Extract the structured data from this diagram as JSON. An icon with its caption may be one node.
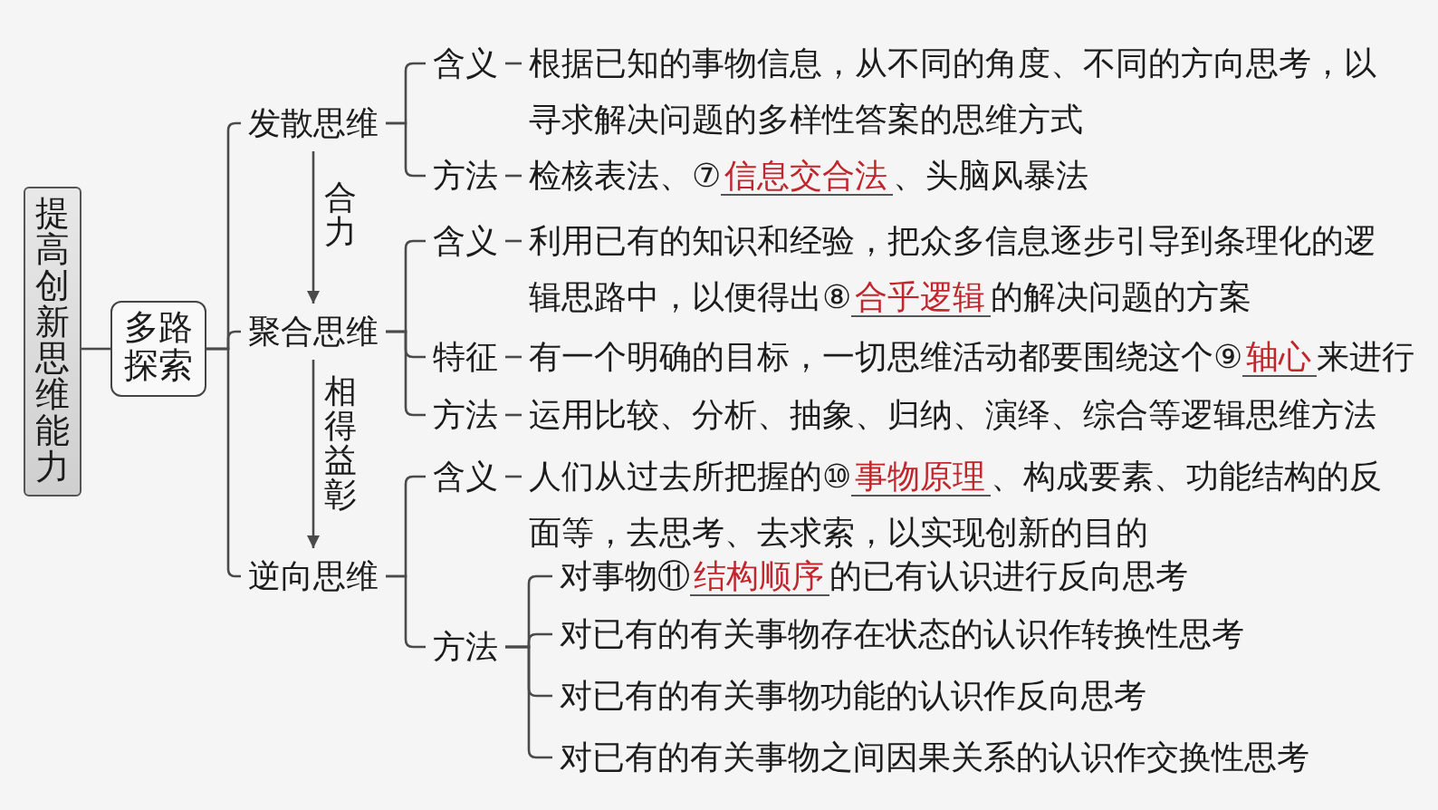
{
  "diagram": {
    "nodes": [
      {
        "text": [
          "提高创新思维能力"
        ]
      },
      {
        "text": [
          "多路探索"
        ]
      },
      {
        "text": [
          "发散思维"
        ]
      },
      {
        "text": [
          "含义"
        ]
      },
      {
        "text": [
          "根据已知的事物信息，从不同的角度、不同的方向思考，以寻求解决问题的多样性答案的思维方式"
        ]
      },
      {
        "text": [
          "方法"
        ]
      },
      {
        "text": [
          "检核表法、⑦**信息交合法**、头脑风暴法"
        ]
      },
      {
        "text": [
          "聚合思维"
        ]
      },
      {
        "text": [
          "含义"
        ]
      },
      {
        "text": [
          "利用已有的知识和经验，把众多信息逐步引导到条理化的逻辑思路中，以便得出⑧**合乎逻辑**的解决问题的方案"
        ]
      },
      {
        "text": [
          "特征"
        ]
      },
      {
        "text": [
          "有一个明确的目标，一切思维活动都要围绕这个⑨**轴心**来进行"
        ]
      },
      {
        "text": [
          "方法"
        ]
      },
      {
        "text": [
          "运用比较、分析、抽象、归纳、演绎、综合等逻辑思维方法"
        ]
      },
      {
        "text": [
          "逆向思维"
        ]
      },
      {
        "text": [
          "含义"
        ]
      },
      {
        "text": [
          "人们从过去所把握的⑩**事物原理**、构成要素、功能结构的反面等，去思考、去求索，以实现创新的目的"
        ]
      },
      {
        "text": [
          "方法"
        ]
      },
      {
        "text": [
          "对事物⑪**结构顺序**的已有认识进行反向思考"
        ]
      },
      {
        "text": [
          "对已有的有关事物存在状态的认识作转换性思考"
        ]
      },
      {
        "text": [
          "对已有的有关事物功能的认识作反向思考"
        ]
      },
      {
        "text": [
          "对已有的有关事物之间因果关系的认识作交换性思考"
        ]
      }
    ],
    "edges": [
      {
        "from": 0,
        "to": 1,
        "arrow": "none"
      },
      {
        "from": 1,
        "to": 2,
        "arrow": "none"
      },
      {
        "from": 1,
        "to": 7,
        "arrow": "none"
      },
      {
        "from": 1,
        "to": 14,
        "arrow": "none"
      },
      {
        "from": 2,
        "to": 7,
        "arrow": "to",
        "label": "合力"
      },
      {
        "from": 7,
        "to": 14,
        "arrow": "to",
        "label": "相得益彰"
      },
      {
        "from": 2,
        "to": 3,
        "arrow": "none"
      },
      {
        "from": 2,
        "to": 5,
        "arrow": "none"
      },
      {
        "from": 3,
        "to": 4,
        "arrow": "none"
      },
      {
        "from": 5,
        "to": 6,
        "arrow": "none"
      },
      {
        "from": 7,
        "to": 8,
        "arrow": "none"
      },
      {
        "from": 7,
        "to": 10,
        "arrow": "none"
      },
      {
        "from": 7,
        "to": 12,
        "arrow": "none"
      },
      {
        "from": 8,
        "to": 9,
        "arrow": "none"
      },
      {
        "from": 10,
        "to": 11,
        "arrow": "none"
      },
      {
        "from": 12,
        "to": 13,
        "arrow": "none"
      },
      {
        "from": 14,
        "to": 15,
        "arrow": "none"
      },
      {
        "from": 14,
        "to": 17,
        "arrow": "none"
      },
      {
        "from": 15,
        "to": 16,
        "arrow": "none"
      },
      {
        "from": 17,
        "to": 18,
        "arrow": "none"
      },
      {
        "from": 17,
        "to": 19,
        "arrow": "none"
      },
      {
        "from": 17,
        "to": 20,
        "arrow": "none"
      },
      {
        "from": 17,
        "to": 21,
        "arrow": "none"
      }
    ]
  }
}
